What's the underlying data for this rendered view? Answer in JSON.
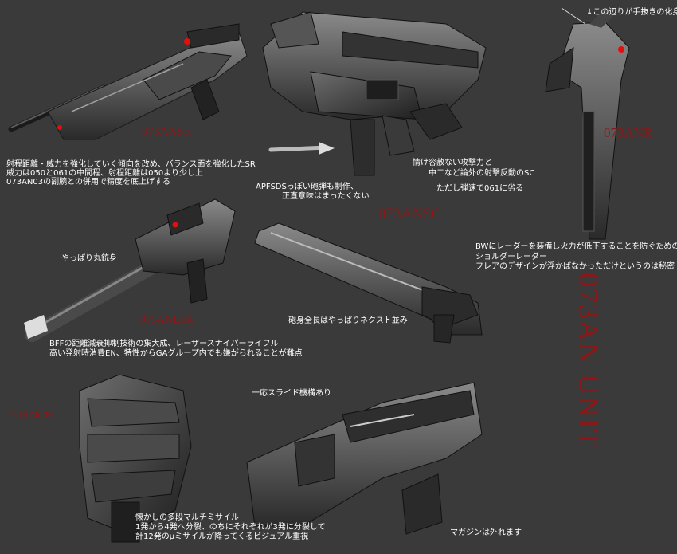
{
  "title": "073AN UNIT",
  "parts": [
    {
      "name": "073ANSR",
      "notes": [
        "射程距離・威力を強化していく傾向を改め、バランス面を強化したSR",
        "威力は050と061の中間程、射程距離は050より少し上",
        "073AN03の副腕との併用で精度を底上げする"
      ]
    },
    {
      "name": "073ANSC",
      "notes": [
        "情け容赦ない攻撃力と",
        "中二など論外の射撃反動のSC",
        "ただし弾速で061に劣る"
      ],
      "extra": [
        "APFSDSっぽい砲弾も制作、",
        "正直意味はまったくない"
      ]
    },
    {
      "name": "073ANR",
      "notes": [
        "BWにレーダーを装備し火力が低下することを防ぐための",
        "ショルダーレーダー",
        "フレアのデザインが浮かばなかっただけというのは秘密"
      ],
      "extra": [
        "↓この辺りが手抜きの化身"
      ]
    },
    {
      "name": "073ANLSR",
      "notes": [
        "BFFの距離減衰抑制技術の集大成、レーザースナイパーライフル",
        "高い発射時消費EN、特性からGAグループ内でも嫌がられることが難点"
      ],
      "extra": [
        "やっぱり丸銃身"
      ]
    },
    {
      "name": "073ANCM",
      "notes": [
        "懐かしの多段マルチミサイル",
        "1発から4発へ分裂、のちにそれぞれが3発に分裂して",
        "計12発のμミサイルが降ってくるビジュアル重視"
      ]
    }
  ],
  "misc": {
    "barrel": "砲身全長はやっぱりネクスト並み",
    "slide": "一応スライド機構あり",
    "magazine": "マガジンは外れます"
  },
  "colors": {
    "background": "#3a3a3a",
    "label_red": "#8e1616",
    "text": "#ffffff",
    "sensor": "#e01010"
  }
}
